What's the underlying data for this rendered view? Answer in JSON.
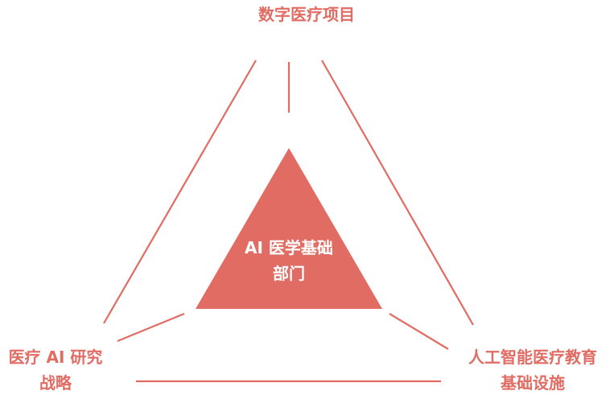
{
  "diagram": {
    "type": "triangle-relationship",
    "colors": {
      "accent": "#e06c63",
      "center_text": "#ffffff",
      "background": "#ffffff"
    },
    "center": {
      "line1": "AI 医学基础",
      "line2": "部门"
    },
    "nodes": {
      "top": {
        "line1": "数字医疗项目"
      },
      "bottom_left": {
        "line1": "医疗 AI 研究",
        "line2": "战略"
      },
      "bottom_right": {
        "line1": "人工智能医疗教育",
        "line2": "基础设施"
      }
    }
  }
}
